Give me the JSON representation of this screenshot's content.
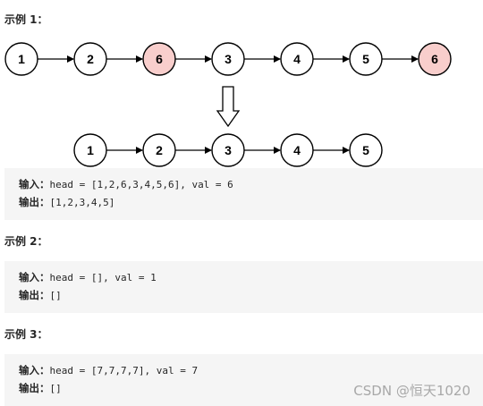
{
  "example1": {
    "heading": "示例 1：",
    "top_row": [
      {
        "label": "1",
        "highlight": false
      },
      {
        "label": "2",
        "highlight": false
      },
      {
        "label": "6",
        "highlight": true
      },
      {
        "label": "3",
        "highlight": false
      },
      {
        "label": "4",
        "highlight": false
      },
      {
        "label": "5",
        "highlight": false
      },
      {
        "label": "6",
        "highlight": true
      }
    ],
    "bottom_row": [
      {
        "label": "1",
        "highlight": false
      },
      {
        "label": "2",
        "highlight": false
      },
      {
        "label": "3",
        "highlight": false
      },
      {
        "label": "4",
        "highlight": false
      },
      {
        "label": "5",
        "highlight": false
      }
    ],
    "input_label": "输入：",
    "input_value": "head = [1,2,6,3,4,5,6], val = 6",
    "output_label": "输出：",
    "output_value": "[1,2,3,4,5]"
  },
  "example2": {
    "heading": "示例 2：",
    "input_label": "输入：",
    "input_value": "head = [], val = 1",
    "output_label": "输出：",
    "output_value": "[]"
  },
  "example3": {
    "heading": "示例 3：",
    "input_label": "输入：",
    "input_value": "head = [7,7,7,7], val = 7",
    "output_label": "输出：",
    "output_value": "[]"
  },
  "watermark": "CSDN @恒天1020",
  "colors": {
    "highlight_fill": "#f8cecc",
    "node_fill": "#ffffff",
    "node_stroke": "#000000",
    "code_bg": "#f5f5f5"
  }
}
